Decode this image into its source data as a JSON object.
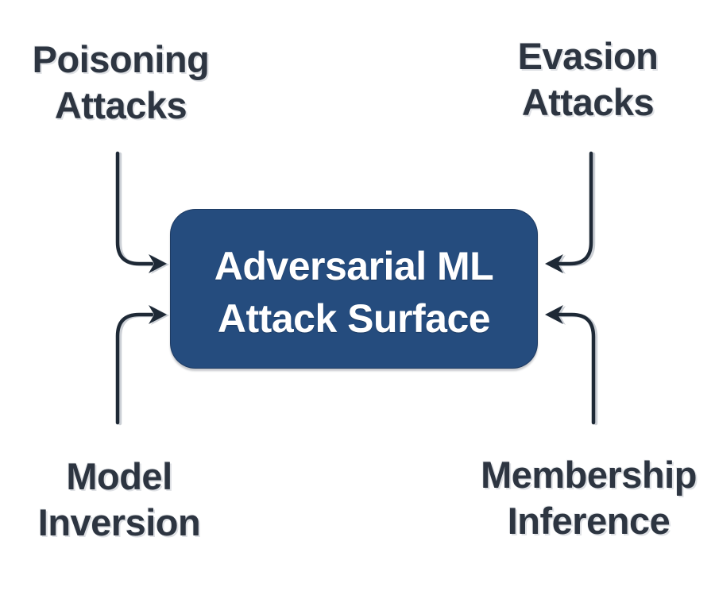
{
  "center_node": {
    "id": "adversarial-ml-attack-surface",
    "line1": "Adversarial ML",
    "line2": "Attack Surface"
  },
  "labels": [
    {
      "id": "poisoning-attacks",
      "line1": "Poisoning",
      "line2": "Attacks",
      "position": "top-left"
    },
    {
      "id": "evasion-attacks",
      "line1": "Evasion",
      "line2": "Attacks",
      "position": "top-right"
    },
    {
      "id": "model-inversion",
      "line1": "Model",
      "line2": "Inversion",
      "position": "bottom-left"
    },
    {
      "id": "membership-inference",
      "line1": "Membership",
      "line2": "Inference",
      "position": "bottom-right"
    }
  ],
  "edges": [
    {
      "from": "poisoning-attacks",
      "to": "adversarial-ml-attack-surface"
    },
    {
      "from": "evasion-attacks",
      "to": "adversarial-ml-attack-surface"
    },
    {
      "from": "model-inversion",
      "to": "adversarial-ml-attack-surface"
    },
    {
      "from": "membership-inference",
      "to": "adversarial-ml-attack-surface"
    }
  ],
  "colors": {
    "background": "#ffffff",
    "label_text": "#2d3541",
    "arrow": "#1e2936",
    "node_fill": "#254c7e",
    "node_text": "#ffffff"
  }
}
